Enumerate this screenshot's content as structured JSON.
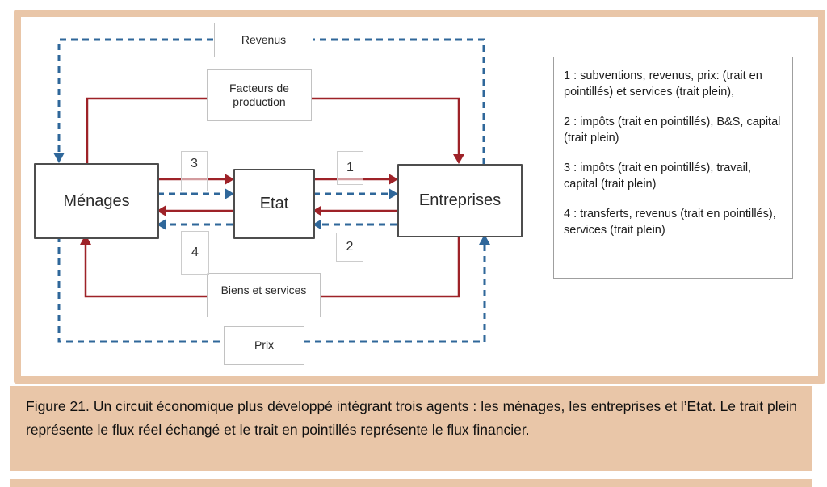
{
  "diagram": {
    "nodes": {
      "menages": "Ménages",
      "etat": "Etat",
      "entreprises": "Entreprises"
    },
    "flow_labels": {
      "revenus": "Revenus",
      "facteurs_de_production": "Facteurs de production",
      "biens_et_services": "Biens et services",
      "prix": "Prix"
    },
    "flow_numbers": {
      "n1": "1",
      "n2": "2",
      "n3": "3",
      "n4": "4"
    },
    "legend_items": [
      "1 : subventions, revenus, prix: (trait en  pointillés) et services (trait plein),",
      "2 : impôts (trait en pointillés),  B&S, capital (trait plein)",
      "3 : impôts (trait en pointillés), travail, capital (trait plein)",
      "4 : transferts, revenus (trait en pointillés), services (trait plein)"
    ],
    "colors": {
      "real_flow_solid": "#9e2228",
      "financial_flow_dashed": "#2f679a",
      "frame_tan": "#e9c6a8"
    }
  },
  "caption": {
    "text": "Figure 21.  Un circuit économique plus développé intégrant trois agents : les ménages, les entreprises et l’Etat. Le trait plein représente le flux réel échangé et le trait en pointillés représente le flux financier."
  }
}
